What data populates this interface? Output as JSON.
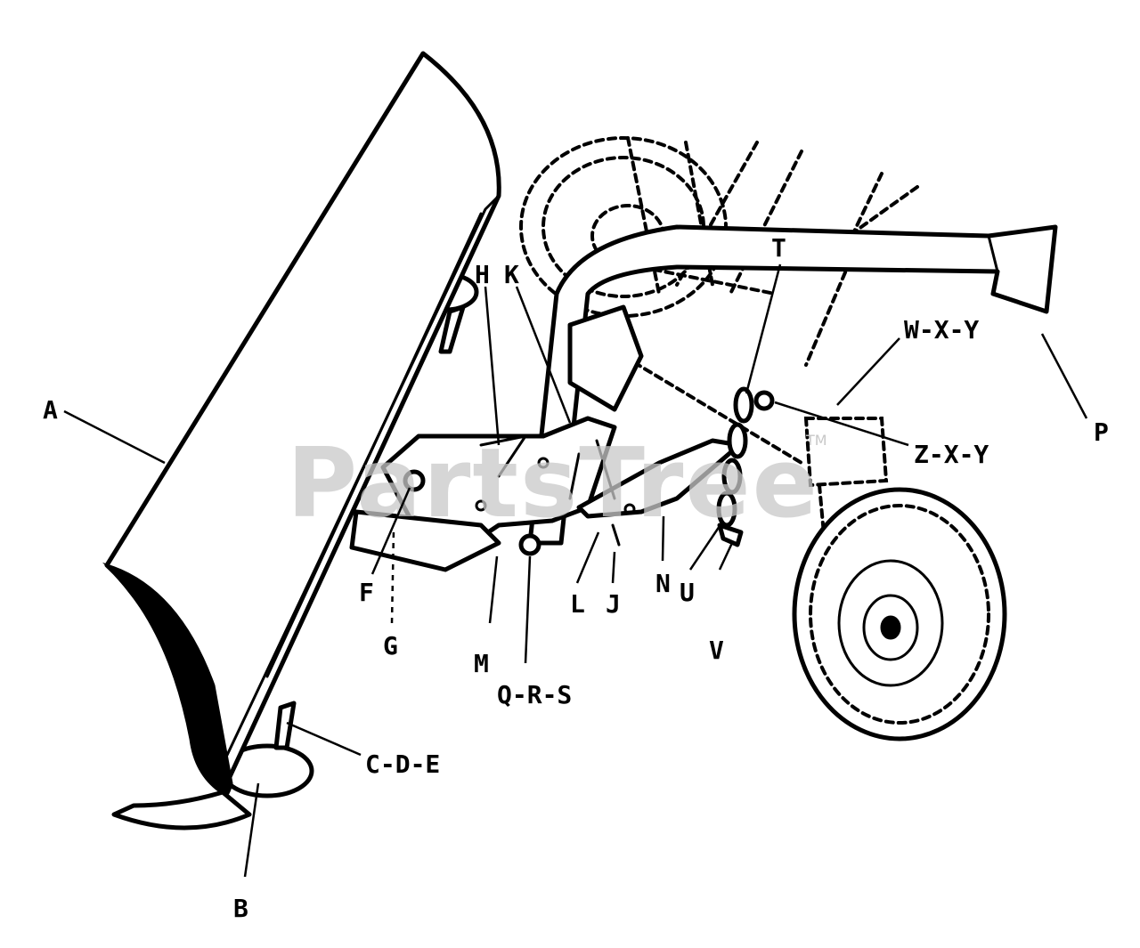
{
  "watermark": {
    "text": "PartsTree",
    "mark": "TM"
  },
  "callouts": {
    "a": "A",
    "b": "B",
    "cde": "C-D-E",
    "f": "F",
    "g": "G",
    "h": "H",
    "j": "J",
    "k": "K",
    "l": "L",
    "m": "M",
    "n": "N",
    "p": "P",
    "qrs": "Q-R-S",
    "t": "T",
    "u": "U",
    "v": "V",
    "wxy": "W-X-Y",
    "zxy": "Z-X-Y"
  }
}
